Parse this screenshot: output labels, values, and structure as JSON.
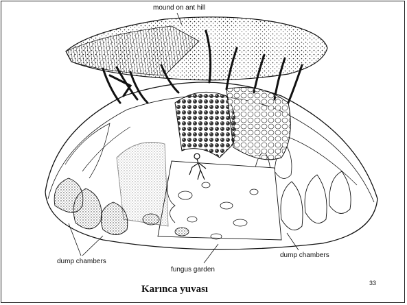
{
  "labels": {
    "mound": "mound on ant hill",
    "dump_left": "dump chambers",
    "fungus": "fungus garden",
    "dump_right": "dump chambers"
  },
  "caption": "Karınca yuvası",
  "page_number": "33",
  "colors": {
    "background": "#ffffff",
    "ink": "#111111",
    "shade": "#555555"
  }
}
